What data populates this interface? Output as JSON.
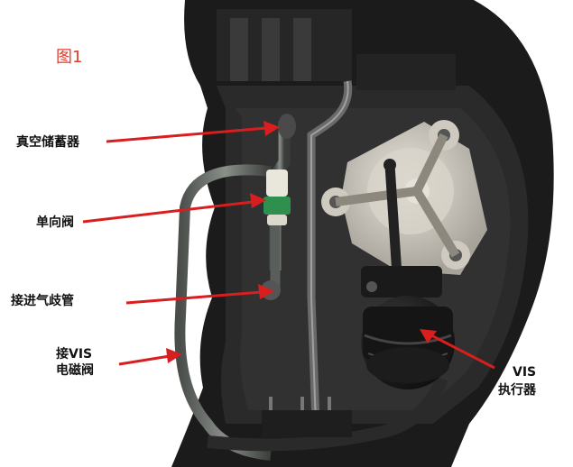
{
  "figure_label": "图1",
  "labels": {
    "vacuum_reservoir": "真空储蓄器",
    "check_valve": "单向阀",
    "to_intake_manifold": "接进气歧管",
    "to_vis_solenoid_line1": "接VIS",
    "to_vis_solenoid_line2": "电磁阀",
    "vis_actuator_line1": "VIS",
    "vis_actuator_line2": "执行器"
  },
  "colors": {
    "arrow": "#d81e1e",
    "figure_label": "#e03c2e",
    "housing": "#1b1b1b",
    "background": "#ffffff"
  }
}
